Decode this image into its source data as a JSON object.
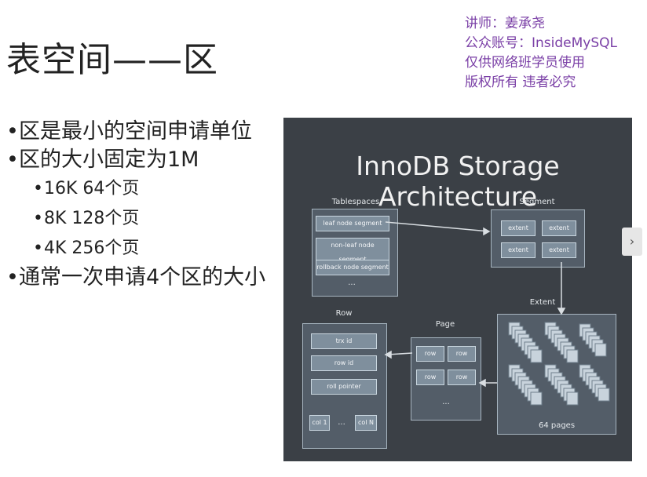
{
  "slide": {
    "title": "表空间——区",
    "info": [
      "讲师：姜承尧",
      "公众账号：InsideMySQL",
      "仅供网络班学员使用",
      "版权所有 违者必究"
    ],
    "bullets": [
      {
        "text": "区是最小的空间申请单位",
        "level": 1
      },
      {
        "text": "区的大小固定为1M",
        "level": 1
      },
      {
        "text": "16K 64个页",
        "level": 2
      },
      {
        "text": "8K 128个页",
        "level": 2
      },
      {
        "text": "4K 256个页",
        "level": 2
      },
      {
        "text": "通常一次申请4个区的大小",
        "level": 1
      }
    ]
  },
  "diagram": {
    "title": "InnoDB Storage Architecture",
    "tablespaces": {
      "label": "Tablespaces",
      "items": [
        "leaf node segment",
        "non-leaf node segment",
        "rollback node segment",
        "..."
      ]
    },
    "segment": {
      "label": "Segment",
      "items": [
        "extent",
        "extent",
        "extent",
        "extent"
      ]
    },
    "extent": {
      "label": "Extent",
      "footer": "64 pages"
    },
    "page": {
      "label": "Page",
      "items": [
        "row",
        "row",
        "row",
        "row"
      ],
      "footer": "..."
    },
    "row": {
      "label": "Row",
      "items": [
        "trx id",
        "row id",
        "roll pointer"
      ],
      "cols": [
        "col 1",
        "...",
        "col N"
      ]
    }
  },
  "nav": {
    "next_icon": "chevron-right-icon",
    "next_glyph": "›"
  }
}
